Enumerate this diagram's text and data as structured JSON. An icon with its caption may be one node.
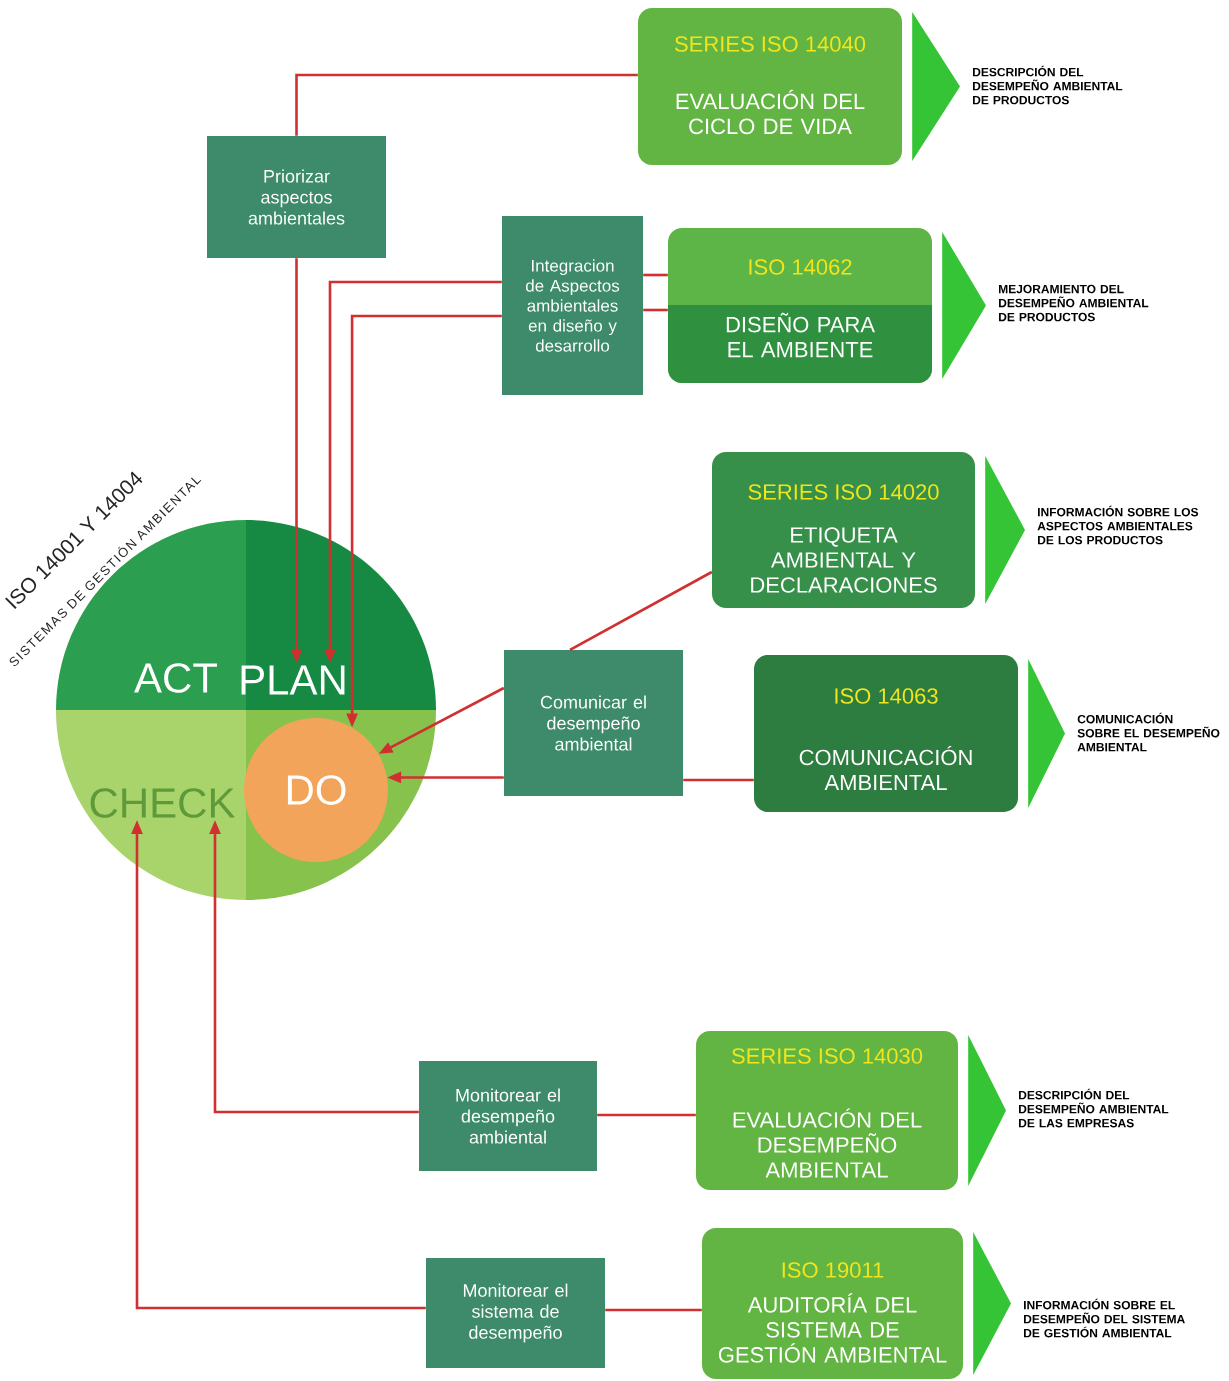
{
  "diagram": {
    "nodes": [
      {
        "text": [],
        "shape": "circle"
      },
      {
        "text": [
          "ACT"
        ],
        "in": 0
      },
      {
        "text": [
          "PLAN"
        ],
        "in": 0
      },
      {
        "text": [
          "CHECK"
        ],
        "in": 0
      },
      {
        "text": [
          "DO"
        ],
        "in": 0
      },
      {
        "text": [
          "Priorizar aspectos ambientales"
        ]
      },
      {
        "text": [
          "Integracion de Aspectos ambientales en diseño y desarrollo"
        ]
      },
      {
        "text": [
          "Comunicar el desempeño ambiental"
        ]
      },
      {
        "text": [
          "Monitorear el desempeño ambiental"
        ]
      },
      {
        "text": [
          "Monitorear el sistema de desempeño"
        ]
      },
      {
        "text": [
          "SERIES ISO 14040",
          "EVALUACIÓN DEL CICLO DE VIDA"
        ]
      },
      {
        "text": [
          "ISO 14062",
          "DISEÑO PARA EL AMBIENTE"
        ]
      },
      {
        "text": [
          "SERIES ISO 14020",
          "ETIQUETA AMBIENTAL Y DECLARACIONES"
        ]
      },
      {
        "text": [
          "ISO 14063",
          "COMUNICACIÓN AMBIENTAL"
        ]
      },
      {
        "text": [
          "SERIES  ISO 14030",
          "EVALUACIÓN DEL DESEMPEÑO AMBIENTAL"
        ]
      },
      {
        "text": [
          "ISO 19011",
          "AUDITORÍA DEL SISTEMA DE GESTIÓN AMBIENTAL"
        ]
      },
      {
        "text": [
          "DESCRIPCIÓN DEL DESEMPEÑO AMBIENTAL DE PRODUCTOS"
        ]
      },
      {
        "text": [
          "MEJORAMIENTO DEL DESEMPEÑO AMBIENTAL DE PRODUCTOS"
        ]
      },
      {
        "text": [
          "INFORMACIÓN SOBRE LOS ASPECTOS AMBIENTALES DE LOS PRODUCTOS"
        ]
      },
      {
        "text": [
          "COMUNICACIÓN SOBRE EL DESEMPEÑO AMBIENTAL"
        ]
      },
      {
        "text": [
          "DESCRIPCIÓN DEL DESEMPEÑO AMBIENTAL DE LAS EMPRESAS"
        ]
      },
      {
        "text": [
          "INFORMACIÓN SOBRE EL DESEMPEÑO DEL SISTEMA DE GESTIÓN AMBIENTAL"
        ]
      }
    ],
    "edges": [
      {
        "from": 10,
        "to": 5,
        "arrow": "none"
      },
      {
        "from": 5,
        "to": 2,
        "arrow": "to"
      },
      {
        "from": 11,
        "to": 6,
        "arrow": "none"
      },
      {
        "from": 11,
        "to": 6,
        "arrow": "none"
      },
      {
        "from": 6,
        "to": 2,
        "arrow": "to"
      },
      {
        "from": 6,
        "to": 4,
        "arrow": "to"
      },
      {
        "from": 12,
        "to": 7,
        "arrow": "none"
      },
      {
        "from": 7,
        "to": 4,
        "arrow": "to"
      },
      {
        "from": 13,
        "to": 7,
        "arrow": "none"
      },
      {
        "from": 7,
        "to": 4,
        "arrow": "to"
      },
      {
        "from": 14,
        "to": 8,
        "arrow": "none"
      },
      {
        "from": 8,
        "to": 3,
        "arrow": "to"
      },
      {
        "from": 15,
        "to": 9,
        "arrow": "none"
      },
      {
        "from": 9,
        "to": 3,
        "arrow": "to"
      },
      {
        "from": 10,
        "to": 16,
        "arrow": "to"
      },
      {
        "from": 11,
        "to": 17,
        "arrow": "to"
      },
      {
        "from": 12,
        "to": 18,
        "arrow": "to"
      },
      {
        "from": 13,
        "to": 19,
        "arrow": "to"
      },
      {
        "from": 14,
        "to": 20,
        "arrow": "to"
      },
      {
        "from": 15,
        "to": 21,
        "arrow": "to"
      }
    ],
    "labels": [
      "ISO 14001 Y 14004",
      "SISTEMAS DE GESTIÓN AMBIENTAL"
    ]
  }
}
